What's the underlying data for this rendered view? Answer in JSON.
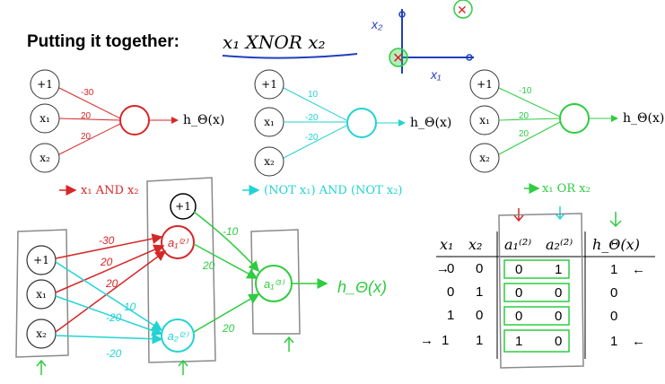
{
  "title": {
    "prefix": "Putting it together:",
    "formula": "x₁ XNOR x₂"
  },
  "mini_axes": {
    "y_label": "x₂",
    "x_label": "x₁"
  },
  "networks": [
    {
      "id": "and",
      "inputs": [
        "+1",
        "x₁",
        "x₂"
      ],
      "weights": [
        "-30",
        "20",
        "20"
      ],
      "output": "h_Θ(x)",
      "caption": "x₁ AND x₂",
      "color": "#d62728"
    },
    {
      "id": "not-and-not",
      "inputs": [
        "+1",
        "x₁",
        "x₂"
      ],
      "weights": [
        "10",
        "-20",
        "-20"
      ],
      "output": "h_Θ(x)",
      "caption": "(NOT x₁) AND (NOT x₂)",
      "color": "#22d3d3"
    },
    {
      "id": "or",
      "inputs": [
        "+1",
        "x₁",
        "x₂"
      ],
      "weights": [
        "-10",
        "20",
        "20"
      ],
      "output": "h_Θ(x)",
      "caption": "x₁ OR x₂",
      "color": "#2ecc40"
    }
  ],
  "combined": {
    "inputs": [
      "+1",
      "x₁",
      "x₂"
    ],
    "bias2": "+1",
    "hidden": [
      "a₁⁽²⁾",
      "a₂⁽²⁾"
    ],
    "out": "a₁⁽³⁾",
    "out_h": "h_Θ(x)",
    "red_weights": [
      "-30",
      "20",
      "20"
    ],
    "cyan_weights": [
      "10",
      "-20",
      "-20"
    ],
    "green_weights": [
      "-10",
      "20",
      "20"
    ]
  },
  "table": {
    "headers": [
      "x₁",
      "x₂",
      "a₁⁽²⁾",
      "a₂⁽²⁾",
      "h_Θ(x)"
    ],
    "rows": [
      {
        "x1": "0",
        "x2": "0",
        "a1": "0",
        "a2": "1",
        "h": "1"
      },
      {
        "x1": "0",
        "x2": "1",
        "a1": "0",
        "a2": "0",
        "h": "0"
      },
      {
        "x1": "1",
        "x2": "0",
        "a1": "0",
        "a2": "0",
        "h": "0"
      },
      {
        "x1": "1",
        "x2": "1",
        "a1": "1",
        "a2": "0",
        "h": "1"
      }
    ]
  },
  "colors": {
    "red": "#d62728",
    "cyan": "#22d3d3",
    "green": "#2ecc40",
    "blue": "#1f3fbf",
    "gray": "#8a8a8a"
  }
}
